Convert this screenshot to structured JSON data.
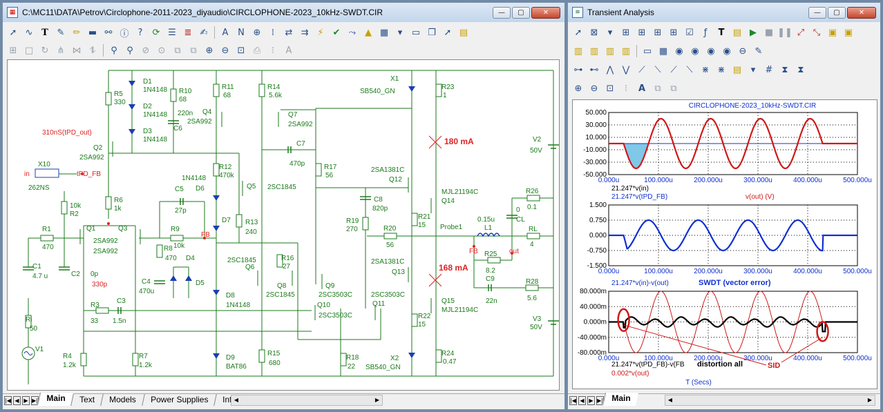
{
  "left_window": {
    "title": "C:\\MC11\\DATA\\Petrov\\Circlophone-2011-2023_diyaudio\\CIRCLOPHONE-2023_10kHz-SWDT.CIR",
    "controls": {
      "minimize": "—",
      "maximize": "▢",
      "close": "✕"
    },
    "tabs": [
      "Main",
      "Text",
      "Models",
      "Power Supplies",
      "Info"
    ],
    "active_tab": "Main"
  },
  "schematic": {
    "labels": {
      "d1": "D1",
      "d1v": "1N4148",
      "d2": "D2",
      "d2v": "1N4148",
      "d3": "D3",
      "d3v": "1N4148",
      "r5": "R5",
      "r5v": "330",
      "r10": "R10",
      "r10v": "68",
      "c6v": "220n",
      "c6": "C6",
      "q4": "Q4",
      "q4v": "2SA992",
      "r11": "R11",
      "r11v": "68",
      "r14": "R14",
      "r14v": "5.6k",
      "q7": "Q7",
      "q7v": "2SA992",
      "q2": "Q2",
      "q2v": "2SA992",
      "tpd": "310nS(tPD_out)",
      "c7": "C7",
      "c7v": "470p",
      "r12": "R12",
      "r12v": "470k",
      "r17": "R17",
      "r17v": "56",
      "x10": "X10",
      "in": "in",
      "tpdfb": "tPD_FB",
      "r262": "262NS",
      "d6v": "1N4148",
      "d6": "D6",
      "q5": "Q5",
      "q5v": "2SC1845",
      "c5": "C5",
      "c5v": "27p",
      "r6": "R6",
      "r6v": "1k",
      "r2": "R2",
      "r2v": "10k",
      "r1": "R1",
      "r1v": "470",
      "q1": "Q1",
      "q3": "Q3",
      "q1v": "2SA992",
      "q3v": "2SA992",
      "r9": "R9",
      "r9v": "10k",
      "fb": "FB",
      "d7": "D7",
      "r13": "R13",
      "r13v": "240",
      "r8": "R8",
      "r8v": "470",
      "d4": "D4",
      "c1": "C1",
      "c1v": "4.7 u",
      "c2": "C2",
      "c0p": "0p",
      "c330p": "330p",
      "c4": "C4",
      "c4v": "470u",
      "d5": "D5",
      "q6v": "2SC1845",
      "q6": "Q6",
      "r16": "R16",
      "r16v": "27",
      "q8": "Q8",
      "q8v": "2SC1845",
      "r3": "R3",
      "r3v": "33",
      "c3": "C3",
      "c3v": "1.5n",
      "d8": "D8",
      "d8v": "1N4148",
      "q9": "Q9",
      "q9v": "2SC3503C",
      "q10": "Q10",
      "q11": "Q11",
      "q10v": "2SC3503C",
      "ri": "Ri",
      "riv": "50",
      "v1": "V1",
      "r4": "R4",
      "r4v": "1.2k",
      "r7": "R7",
      "r7v": "1.2k",
      "d9": "D9",
      "d9v": "BAT86",
      "r15": "R15",
      "r15v": "680",
      "r18": "R18",
      "r18v": "22",
      "x1": "X1",
      "x1v": "SB540_GN",
      "r23": "R23",
      "r23v": "1",
      "i180": "180 mA",
      "q12v": "2SA1381C",
      "q12": "Q12",
      "mjl1": "MJL21194C",
      "q14": "Q14",
      "c8": "C8",
      "c8v": "820p",
      "r19": "R19",
      "r19v": "270",
      "r20": "R20",
      "r20v": "56",
      "r21": "R21",
      "r21v": "15",
      "probe": "Probe1",
      "l1v": "0.15u",
      "l1": "L1",
      "r25": "R25",
      "r25v": "8.2",
      "out": "out",
      "fb2": "FB",
      "i168": "168 mA",
      "q13v": "2SA1381C",
      "q13": "Q13",
      "q11v": "2SC3503C",
      "q15": "Q15",
      "mjl2": "MJL21194C",
      "r22": "R22",
      "r22v": "15",
      "x2": "X2",
      "x2v": "SB540_GN",
      "r24": "R24",
      "r24v": "0.47",
      "c9": "C9",
      "c9v": "22n",
      "r28": "R28",
      "r28v": "5.6",
      "r26": "R26",
      "r26v": "0.1",
      "c0": "0",
      "cl": "CL",
      "rl": "RL",
      "rlv": "4",
      "v2": "V2",
      "v2v": "50V",
      "v3": "V3",
      "v3v": "50V"
    }
  },
  "right_window": {
    "title": "Transient Analysis",
    "controls": {
      "minimize": "—",
      "maximize": "▢",
      "close": "✕"
    },
    "tabs": [
      "Main"
    ],
    "active_tab": "Main"
  },
  "plots": {
    "title": "CIRCLOPHONE-2023_10kHz-SWDT.CIR",
    "x_ticks": [
      "0.000u",
      "100.000u",
      "200.000u",
      "300.000u",
      "400.000u",
      "500.000u"
    ],
    "x_axis_title": "T (Secs)",
    "colors": {
      "red": "#d01818",
      "blue": "#1030d0",
      "black": "#000000",
      "cyan": "#7fc8e8"
    },
    "panel1": {
      "y_ticks": [
        "50.000",
        "30.000",
        "10.000",
        "-10.000",
        "-30.000",
        "-50.000"
      ],
      "legend_line1": "21.247*v(in)",
      "legend_line2": "21.247*v(tPD_FB)",
      "legend_right": "v(out) (V)"
    },
    "panel2": {
      "y_ticks": [
        "1.500",
        "0.750",
        "0.000",
        "-0.750",
        "-1.500"
      ],
      "legend_line1": "21.247*v(in)-v(out)",
      "legend_bold": "SWDT (vector error)"
    },
    "panel3": {
      "y_ticks": [
        "80.000m",
        "40.000m",
        "0.000m",
        "-40.000m",
        "-80.000m"
      ],
      "legend_line1": "21.247*v(tPD_FB)-v(FB",
      "legend_bold": "distortion all",
      "legend_line2": "0.002*v(out)",
      "annotation": "SID"
    }
  }
}
